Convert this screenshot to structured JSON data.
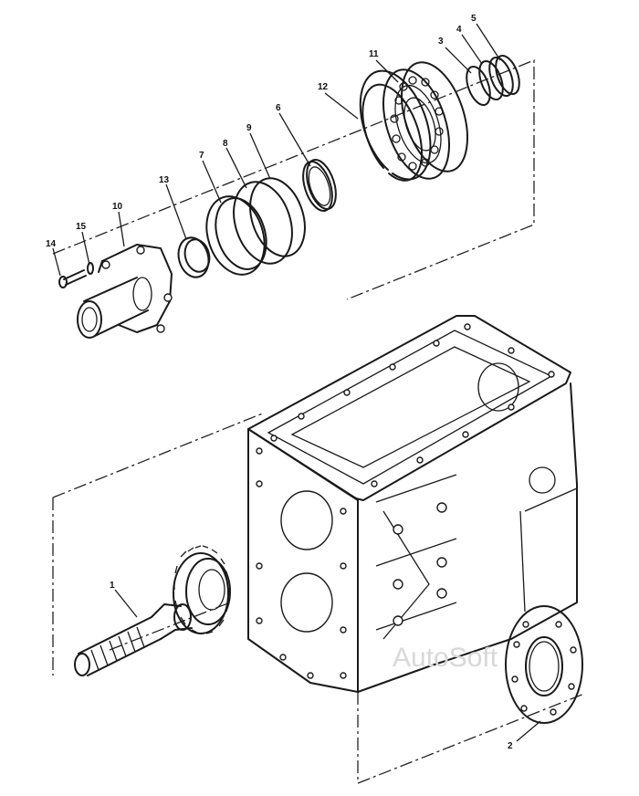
{
  "labels": {
    "n1": "1",
    "n2": "2",
    "n3": "3",
    "n4": "4",
    "n5": "5",
    "n6": "6",
    "n7": "7",
    "n8": "8",
    "n9": "9",
    "n10": "10",
    "n11": "11",
    "n12": "12",
    "n13": "13",
    "n14": "14",
    "n15": "15"
  },
  "watermark": "AutoSoft"
}
